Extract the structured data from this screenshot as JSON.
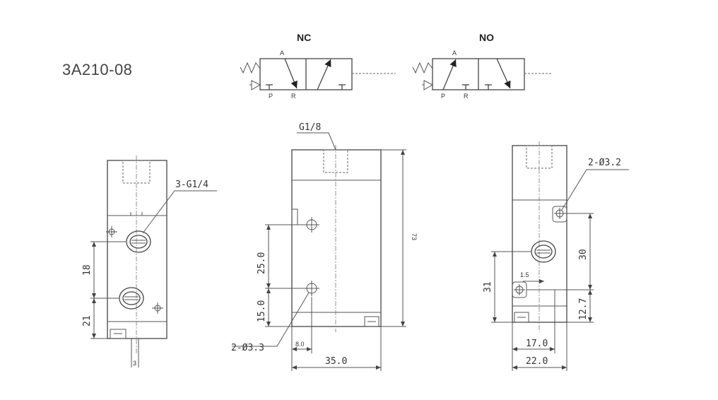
{
  "model": "3A210-08",
  "symbols": {
    "nc": {
      "title": "NC",
      "port_a": "A",
      "port_p": "P",
      "port_r": "R"
    },
    "no": {
      "title": "NO",
      "port_a": "A",
      "port_p": "P",
      "port_r": "R"
    }
  },
  "left_view": {
    "port_callout": "3-G1/4",
    "dim_18": "18",
    "dim_21": "21",
    "dim_3": "3"
  },
  "center_view": {
    "port_callout": "G1/8",
    "dim_25": "25.0",
    "dim_15": "15.0",
    "hole_callout": "2-Ø3.3",
    "dim_8": "8.0",
    "dim_35": "35.0",
    "dim_73": "73"
  },
  "right_view": {
    "hole_callout": "2-Ø3.2",
    "dim_30": "30",
    "dim_1_5": "1.5",
    "dim_31": "31",
    "dim_12_7": "12.7",
    "dim_17": "17.0",
    "dim_22": "22.0"
  }
}
